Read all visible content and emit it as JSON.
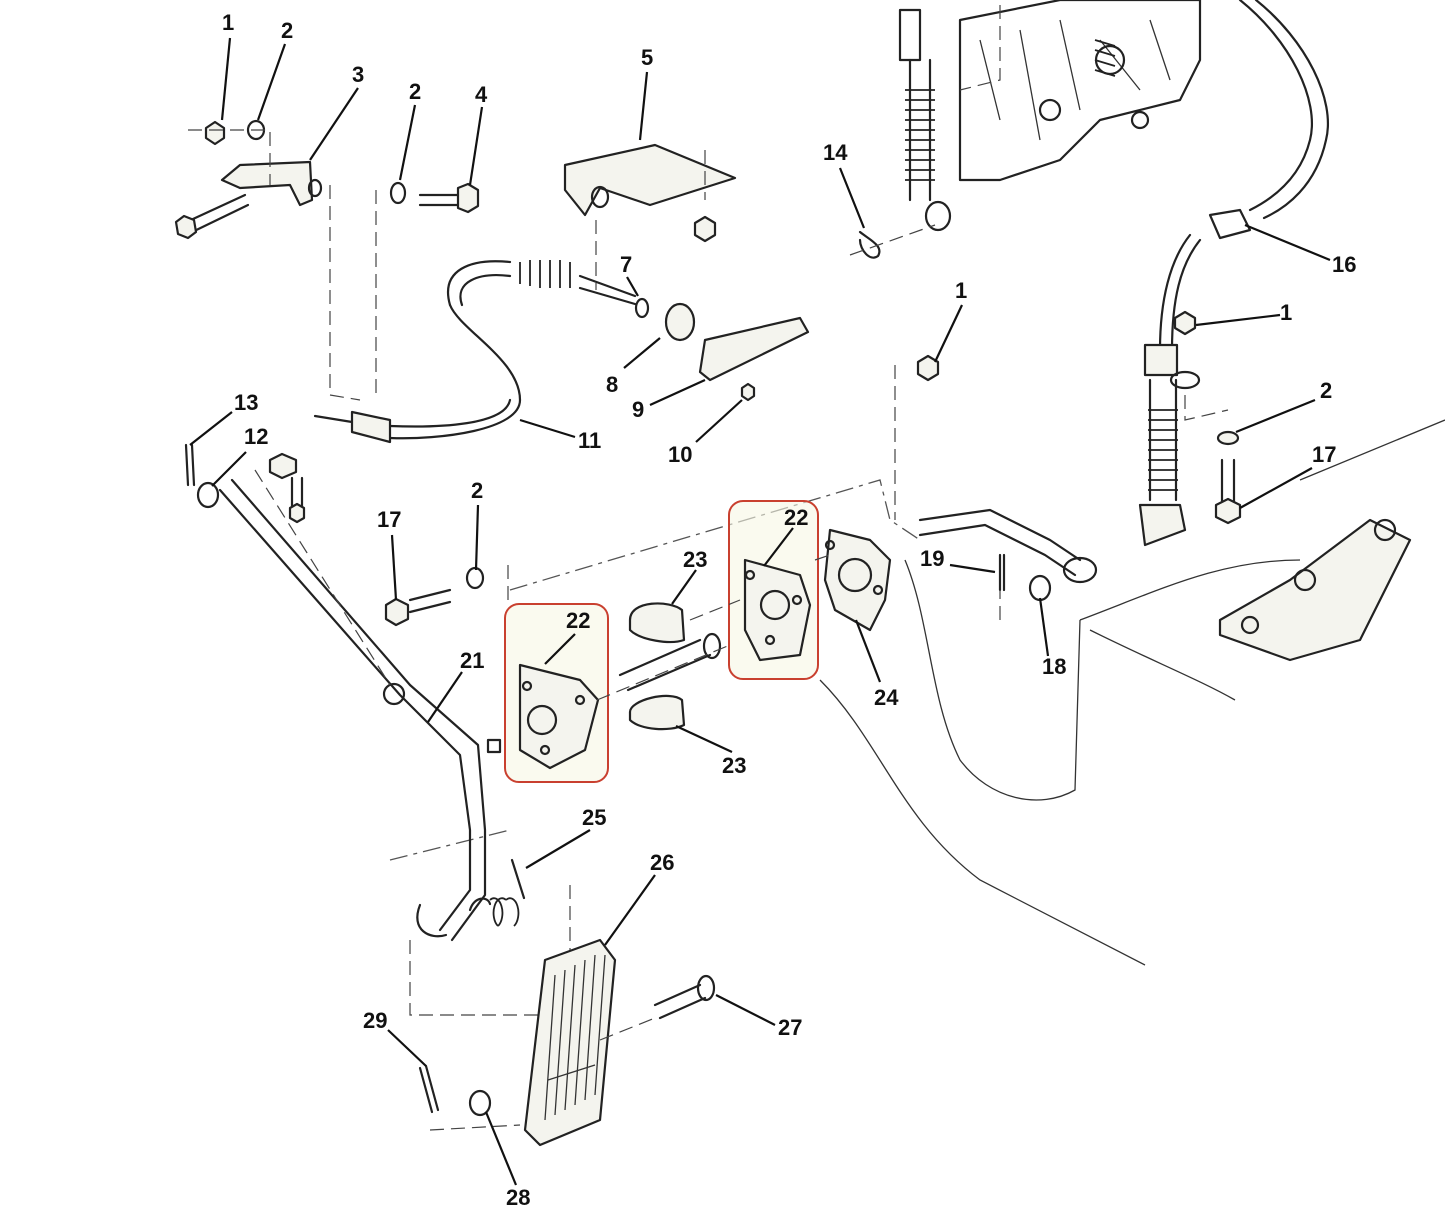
{
  "diagram": {
    "callouts": [
      {
        "id": "c1a",
        "text": "1"
      },
      {
        "id": "c2a",
        "text": "2"
      },
      {
        "id": "c3",
        "text": "3"
      },
      {
        "id": "c2b",
        "text": "2"
      },
      {
        "id": "c4",
        "text": "4"
      },
      {
        "id": "c5",
        "text": "5"
      },
      {
        "id": "c7",
        "text": "7"
      },
      {
        "id": "c8",
        "text": "8"
      },
      {
        "id": "c9",
        "text": "9"
      },
      {
        "id": "c10",
        "text": "10"
      },
      {
        "id": "c11",
        "text": "11"
      },
      {
        "id": "c12",
        "text": "12"
      },
      {
        "id": "c13",
        "text": "13"
      },
      {
        "id": "c14",
        "text": "14"
      },
      {
        "id": "c16",
        "text": "16"
      },
      {
        "id": "c1b",
        "text": "1"
      },
      {
        "id": "c1c",
        "text": "1"
      },
      {
        "id": "c2c",
        "text": "2"
      },
      {
        "id": "c17a",
        "text": "17"
      },
      {
        "id": "c17b",
        "text": "17"
      },
      {
        "id": "c2d",
        "text": "2"
      },
      {
        "id": "c19",
        "text": "19"
      },
      {
        "id": "c18",
        "text": "18"
      },
      {
        "id": "c22a",
        "text": "22"
      },
      {
        "id": "c22b",
        "text": "22"
      },
      {
        "id": "c23a",
        "text": "23"
      },
      {
        "id": "c23b",
        "text": "23"
      },
      {
        "id": "c24",
        "text": "24"
      },
      {
        "id": "c21",
        "text": "21"
      },
      {
        "id": "c25",
        "text": "25"
      },
      {
        "id": "c26",
        "text": "26"
      },
      {
        "id": "c27",
        "text": "27"
      },
      {
        "id": "c28",
        "text": "28"
      },
      {
        "id": "c29",
        "text": "29"
      }
    ],
    "highlight_color": "#c9402f"
  }
}
